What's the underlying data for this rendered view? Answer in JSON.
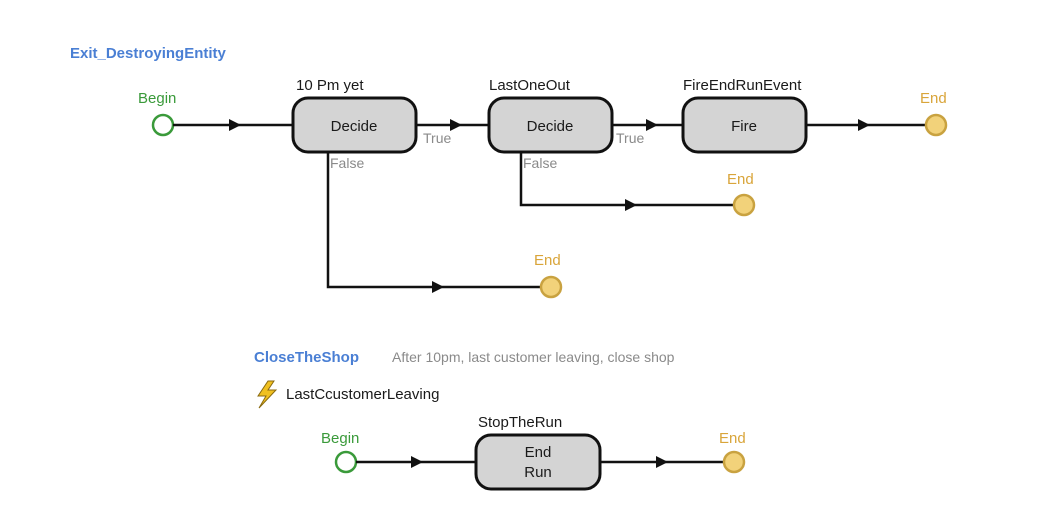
{
  "process1": {
    "title": "Exit_DestroyingEntity",
    "begin_label": "Begin",
    "step1": {
      "name": "10 Pm yet",
      "type": "Decide",
      "true_label": "True",
      "false_label": "False"
    },
    "step2": {
      "name": "LastOneOut",
      "type": "Decide",
      "true_label": "True",
      "false_label": "False"
    },
    "step3": {
      "name": "FireEndRunEvent",
      "type": "Fire"
    },
    "end_label": "End"
  },
  "process2": {
    "title": "CloseTheShop",
    "description": "After 10pm, last customer leaving, close shop",
    "trigger_event": "LastCcustomerLeaving",
    "trigger_icon": "lightning-icon",
    "begin_label": "Begin",
    "step1": {
      "name": "StopTheRun",
      "type_line1": "End",
      "type_line2": "Run"
    },
    "end_label": "End"
  },
  "colors": {
    "title": "#4a7fd4",
    "begin": "#3a9a3a",
    "end": "#d9a53a",
    "box_fill": "#d4d4d4",
    "branch_text": "#8a8a8a"
  }
}
